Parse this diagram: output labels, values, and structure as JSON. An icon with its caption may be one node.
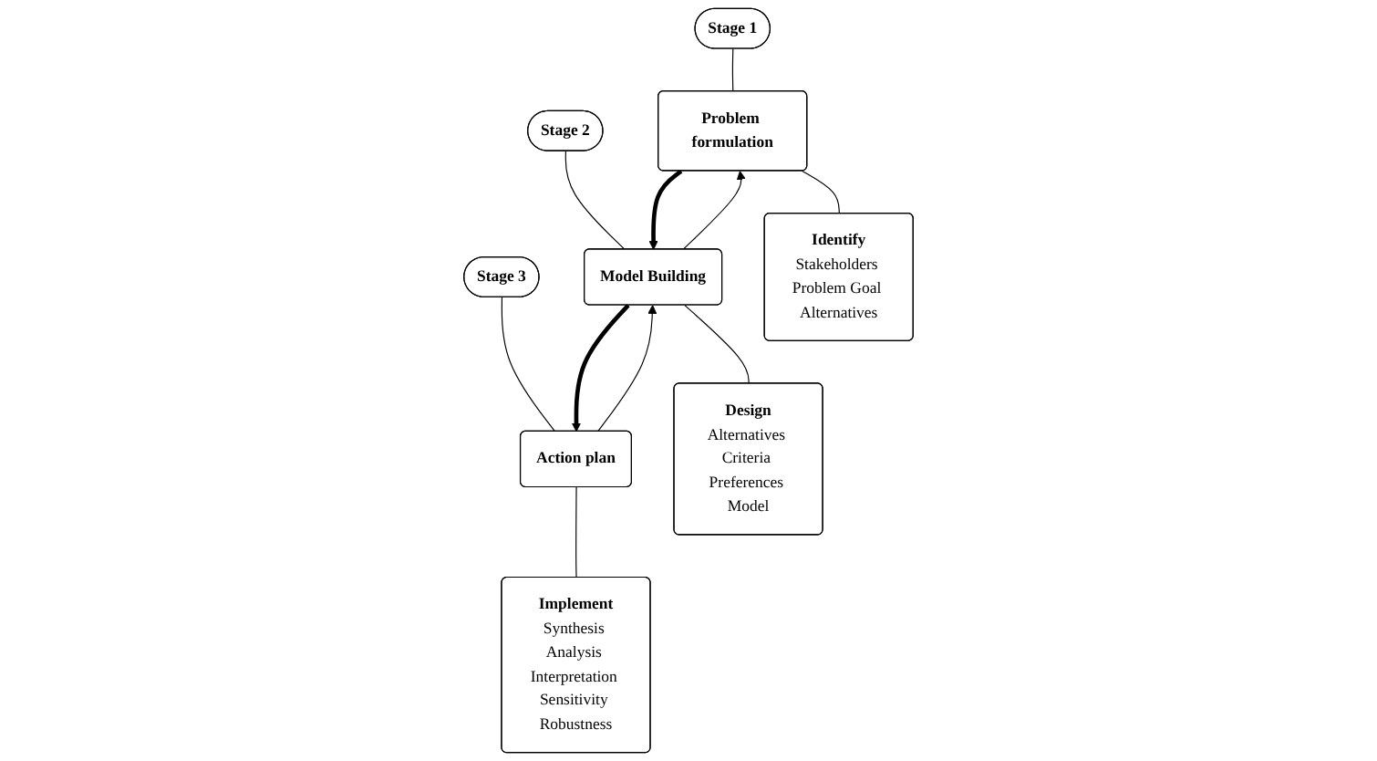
{
  "diagram": {
    "nodes": [
      {
        "text": [
          "Stage 1"
        ]
      },
      {
        "text": [
          "Stage 2"
        ]
      },
      {
        "text": [
          "Stage 3"
        ]
      },
      {
        "text": [
          "Problem formulation"
        ]
      },
      {
        "text": [
          "Model Building"
        ]
      },
      {
        "text": [
          "Action plan"
        ]
      },
      {
        "text": [
          "Identify",
          "Stakeholders Problem Goal Alternatives"
        ]
      },
      {
        "text": [
          "Design",
          "Alternatives Criteria Preferences Model"
        ]
      },
      {
        "text": [
          "Implement",
          "Synthesis Analysis Interpretation Sensitivity Robustness"
        ]
      }
    ],
    "edges": [
      {
        "from": 0,
        "to": 3,
        "arrow": "none"
      },
      {
        "from": 1,
        "to": 4,
        "arrow": "none"
      },
      {
        "from": 2,
        "to": 5,
        "arrow": "none"
      },
      {
        "from": 3,
        "to": 4,
        "arrow": "to",
        "style": "thick"
      },
      {
        "from": 4,
        "to": 5,
        "arrow": "to",
        "style": "thick"
      },
      {
        "from": 4,
        "to": 3,
        "arrow": "to"
      },
      {
        "from": 5,
        "to": 4,
        "arrow": "to"
      },
      {
        "from": 3,
        "to": 6,
        "arrow": "none"
      },
      {
        "from": 4,
        "to": 7,
        "arrow": "none"
      },
      {
        "from": 5,
        "to": 8,
        "arrow": "none"
      }
    ]
  }
}
